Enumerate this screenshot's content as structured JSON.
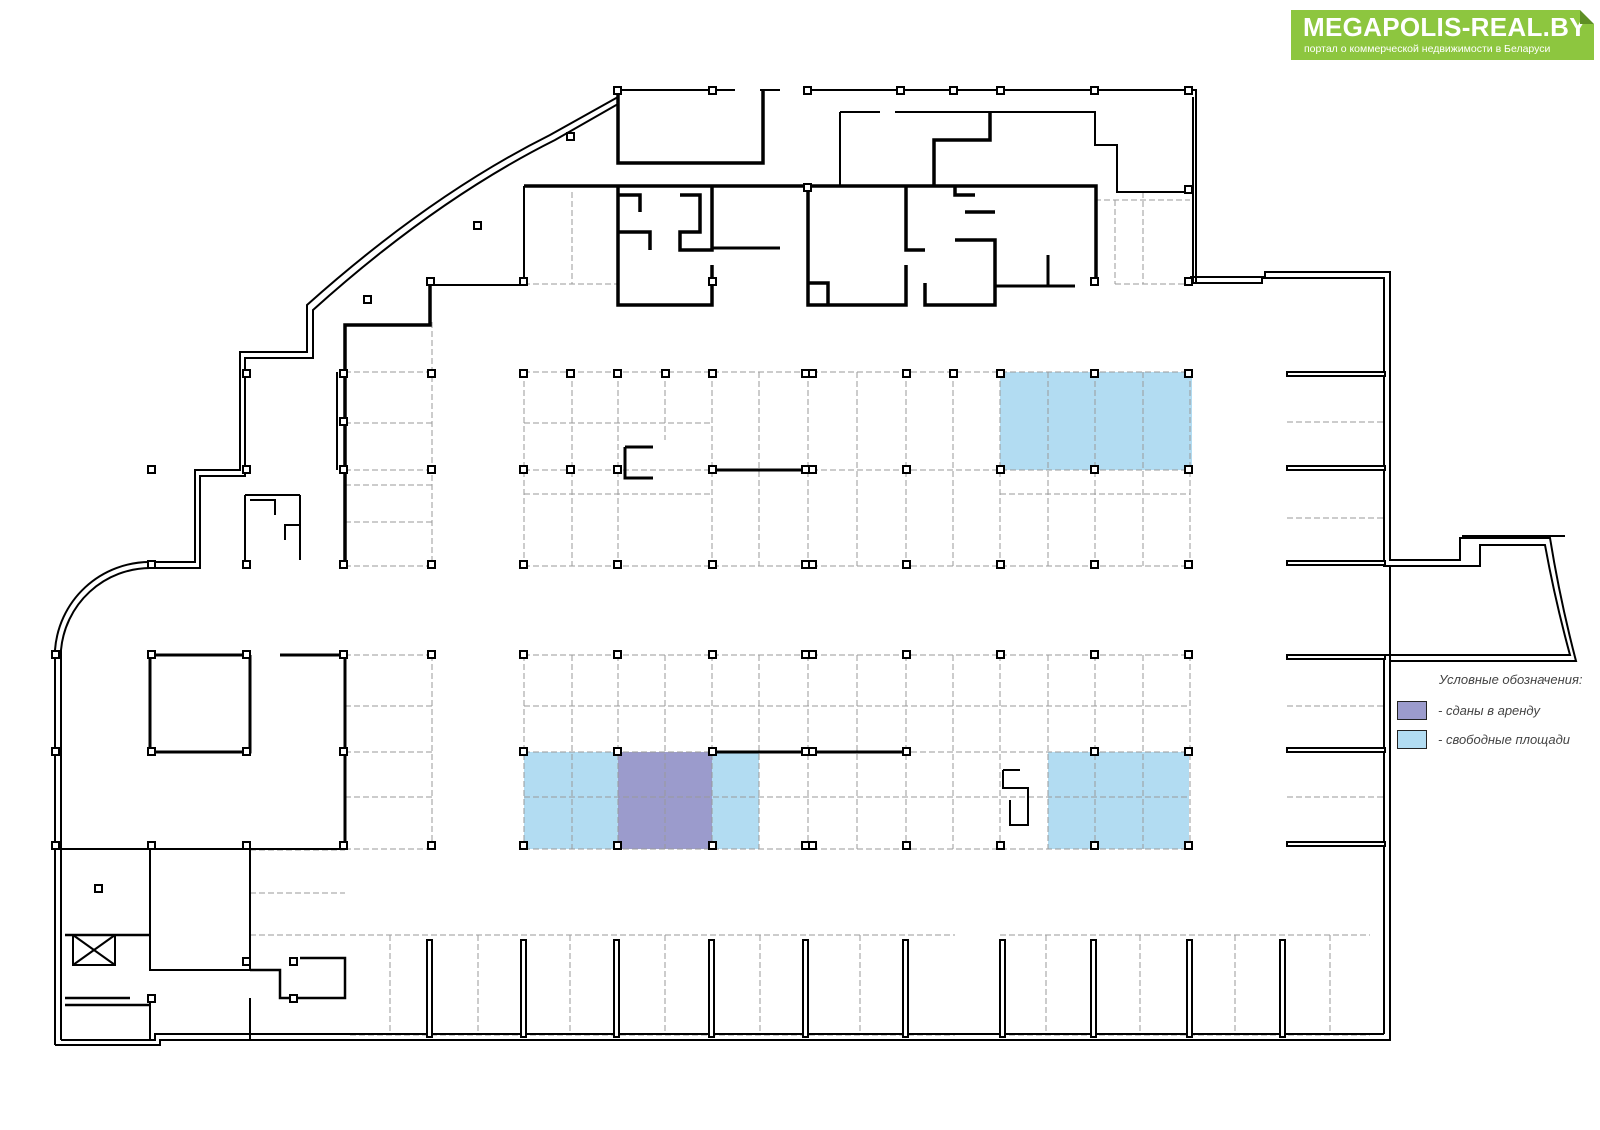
{
  "logo": {
    "title": "MEGAPOLIS-REAL.BY",
    "subtitle": "портал о коммерческой недвижимости в Беларуси"
  },
  "legend": {
    "title": "Условные обозначения:",
    "items": [
      {
        "label": "- сданы в аренду",
        "color": "#9b9bcc"
      },
      {
        "label": "- свободные площади",
        "color": "#b2dcf2"
      }
    ]
  },
  "colors": {
    "wall": "#000000",
    "grid": "#9a9a9a",
    "rented": "#9b9bcc",
    "free": "#b2dcf2",
    "brand": "#8dc63f"
  }
}
